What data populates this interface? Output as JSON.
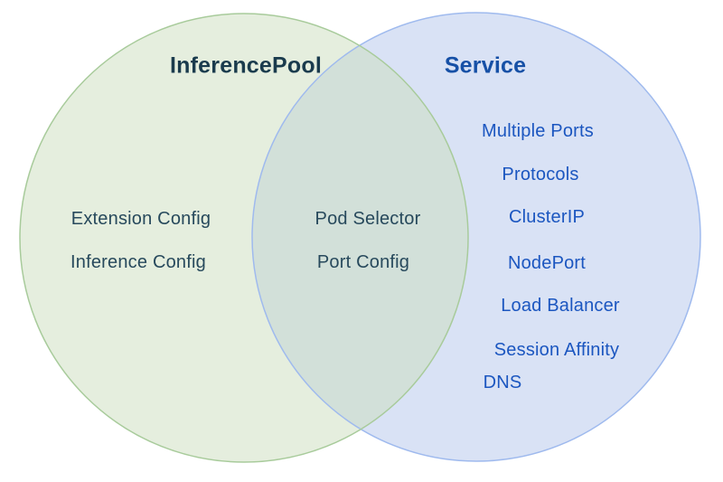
{
  "diagram": {
    "type": "venn",
    "left_circle": {
      "title": "InferencePool",
      "items": [
        "Extension Config",
        "Inference Config"
      ],
      "fill": "#cbddbd",
      "stroke": "#a8cb9b",
      "title_color": "#1a3b4d",
      "item_color": "#27495c"
    },
    "right_circle": {
      "title": "Service",
      "items": [
        "Multiple Ports",
        "Protocols",
        "ClusterIP",
        "NodePort",
        "Load Balancer",
        "Session Affinity",
        "DNS"
      ],
      "fill": "#d9e2f5",
      "stroke": "#9fbaee",
      "title_color": "#1650a6",
      "item_color": "#1b56c0"
    },
    "overlap": {
      "items": [
        "Pod Selector",
        "Port Config"
      ],
      "item_color": "#27495c"
    }
  }
}
